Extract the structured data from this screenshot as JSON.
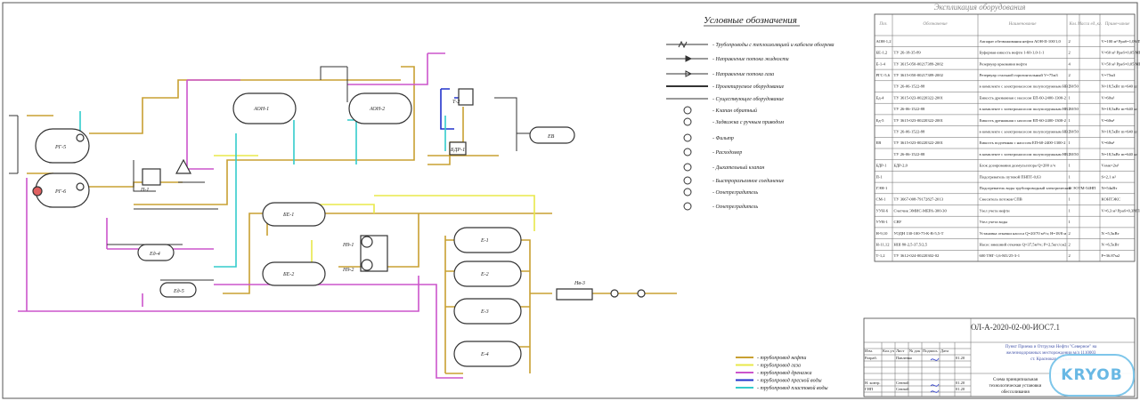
{
  "legend": {
    "title": "Условные обозначения",
    "items": [
      "- Трубопроводы с теплоизоляцией и кабелем обогрева",
      "- Направление потока жидкости",
      "- Направление потока газа",
      "- Проектируемое оборудование",
      "- Существующее оборудование",
      "- Клапан обратный",
      "- Задвижка с ручным приводом",
      "- Фильтр",
      "- Расходомер",
      "- Дыхательный клапан",
      "- Быстроразъемное соединение",
      "- Огнепреградитель",
      "- Огнепреградитель"
    ]
  },
  "pipe_legend": [
    {
      "label": "- трубопровод нефти",
      "color": "#c8a032"
    },
    {
      "label": "- трубопровод газа",
      "color": "#e8e84a"
    },
    {
      "label": "- трубопровод дренажа",
      "color": "#cc55cc"
    },
    {
      "label": "- трубопровод пресной воды",
      "color": "#2233cc"
    },
    {
      "label": "- трубопровод пластовой воды",
      "color": "#33cccc"
    }
  ],
  "spec": {
    "title": "Экспликация оборудования",
    "headers": [
      "Поз.",
      "Обозначение",
      "Наименование",
      "Кол.",
      "Масса ед.,кг.",
      "Приме-чание"
    ],
    "rows": [
      [
        "АОН-1,2",
        "",
        "Аппарат обезвоживания нефти АОН-II-100/1,0",
        "2",
        "V=100 м³ Pраб=1,0МПа"
      ],
      [
        "БЕ-1,2",
        "ТУ 26-18-35-89",
        "Буферная емкость нефти 1-60-1,0-1-1",
        "2",
        "V=60 м³ Pраб=0,05 МПа"
      ],
      [
        "Е-1-4",
        "ТУ 3615-050-00217389-2002",
        "Резервуар краевания нефти",
        "4",
        "V=50 м³ Pраб=0,05 МПа"
      ],
      [
        "РГС-5,6",
        "ТУ 3615-050-00217389-2002",
        "Резервуар стальной горизонтальный V=75м3",
        "2",
        "V=75м3"
      ],
      [
        "",
        "ТУ 26-06-1522-88",
        "в комплекте с электронасосом полупогружным НВ 50/50",
        "2",
        "N=18,5кВт m=640 кг"
      ],
      [
        "Ед-4",
        "ТУ 3615-023-00220322-2001",
        "Емкость дренажная с насосом ЕП-60-2400-1300-2",
        "1",
        "V=60м³"
      ],
      [
        "",
        "ТУ 26-06-1522-88",
        "в комплекте с электронасосом полупогружным НВ 50/50",
        "2",
        "N=18,5кВт m=640 кг"
      ],
      [
        "Ед-5",
        "ТУ 3615-023-00220322-2001",
        "Емкость дренажная с насосом ЕП-60-2400-1300-2",
        "1",
        "V=60м³"
      ],
      [
        "",
        "ТУ 26-06-1522-88",
        "в комплекте с электронасосом полупогружным НВ 50/50",
        "2",
        "N=18,5кВт m=640 кг"
      ],
      [
        "ЕВ",
        "ТУ 3615-023-00220322-2001",
        "Емкость подземная с насосом ЕП-60-2400-1300-2",
        "1",
        "V=60м³"
      ],
      [
        "",
        "ТУ 26-06-1522-88",
        "в комплекте с электронасосом полупогружным НВ 50/50",
        "2",
        "N=18,5кВт m=640 кг"
      ],
      [
        "БДР-1",
        "БДР-2,0",
        "Блок дозирования деэмульгатора Q=200 л/ч",
        "1",
        "Vемк=2м³"
      ],
      [
        "П-1",
        "",
        "Подогреватель путевой ПНПТ-0,63",
        "1",
        "S=2,1 м²"
      ],
      [
        "ГЭН-1",
        "",
        "Подогреватель воды трубопроводный электрический ЭОТМ-54НП",
        "1",
        "N=54кВт"
      ],
      [
        "СМ-1",
        "ТУ 3667-008-79172827-2013",
        "Смеситель потоков СПВ",
        "1",
        "КОНТЭКС"
      ],
      [
        "УУН-6",
        "Счетчик ЭМИС-МЕРА-300-30",
        "Узел учета нефти",
        "1",
        "V=6,3 м³ Pраб=0,3МПа"
      ],
      [
        "УУВ-1",
        "СВУ",
        "Узел учета воды",
        "1",
        ""
      ],
      [
        "Н-9,10",
        "УОДН 130-100-75-К-В-5,5-Т",
        "Установка откачки насоса Q=20/70 м³/ч; Н=18/8 м",
        "2",
        "N =5,5кВт"
      ],
      [
        "Н-11,12",
        "НШ 80-2,5-37,5/2,5",
        "Насос внешний откачки Q=37,5м³/ч; Р=2,5кгс/см2",
        "2",
        "N =6,5кВт"
      ],
      [
        "Т-1,2",
        "ТУ 3612-024-00220302-02",
        "600 ТНГ-1,6-М1/25-3-1",
        "2",
        "F=36.87м2"
      ]
    ]
  },
  "stamp": {
    "doc_code": "ОЛ-А-2020-02-00-ИОС7.1",
    "object_line1": "Пункт Приема и Отгрузки Нефти \"Северное\" на",
    "object_line2": "железнодорожных месторождении м/л 1110003",
    "object_line3": "ст. Краснокардонская",
    "drawing_title_1": "Схема принципиальная",
    "drawing_title_2": "технологическая установки",
    "drawing_title_3": "обессоливания",
    "col_heads": [
      "Изм.",
      "Кол.уч",
      "Лист",
      "№ док",
      "Подпись",
      "Дата"
    ],
    "roles": [
      {
        "role": "Разраб.",
        "name": "Павленко",
        "date": "01.20"
      },
      {
        "role": "Н. контр.",
        "name": "Сенной",
        "date": "01.20"
      },
      {
        "role": "ГИП",
        "name": "Сенной",
        "date": "01.20"
      }
    ]
  },
  "tags": {
    "aon1": "АОН-1",
    "aon2": "АОН-2",
    "rgs1": "РГ-5",
    "rgs2": "РГ-6",
    "t2": "Т-2",
    "bdr": "БДР-1",
    "ev": "ЕВ",
    "p1": "П-1",
    "be1": "БЕ-1",
    "be2": "БЕ-2",
    "e1": "Е-1",
    "e2": "Е-2",
    "e3": "Е-3",
    "e4": "Е-4",
    "n9": "Н9-1",
    "n10": "Н9-2",
    "ed4": "Ед-4",
    "ed5": "Ед-5",
    "nv3": "Нв-3"
  },
  "watermark": "KRYOB"
}
